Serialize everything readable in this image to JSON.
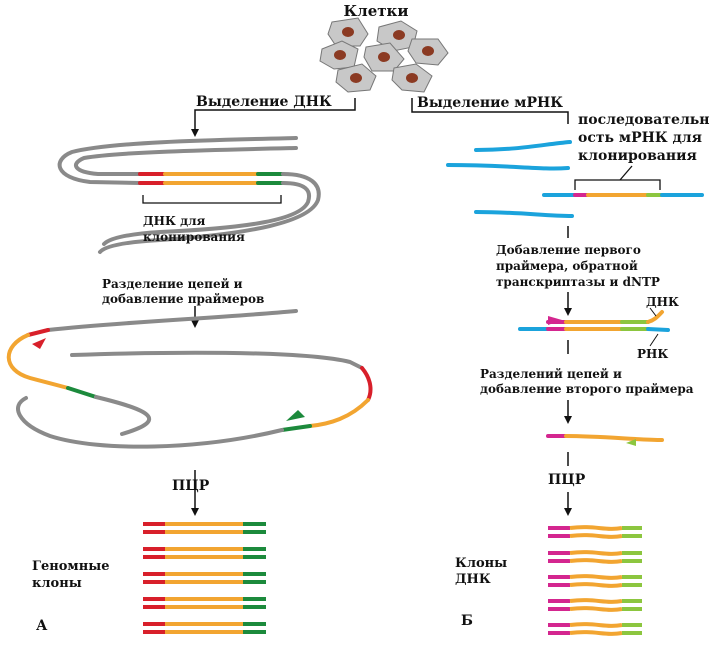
{
  "title": "Клетки",
  "left": {
    "step1": "Выделение ДНК",
    "dna_label_1": "ДНК для",
    "dna_label_2": "клонирования",
    "step2_1": "Разделение цепей и",
    "step2_2": "добавление праймеров",
    "pcr": "ПЦР",
    "clones_1": "Геномные",
    "clones_2": "клоны",
    "panel": "А"
  },
  "right": {
    "step1": "Выделение мРНК",
    "seq_1": "последовательн",
    "seq_2": "ость мРНК для",
    "seq_3": "клонирования",
    "step2_1": "Добавление первого",
    "step2_2": "праймера, обратной",
    "step2_3": "транскриптазы и dNTP",
    "dna": "ДНК",
    "rna": "РНК",
    "step3_1": "Разделений цепей и",
    "step3_2": "добавление второго праймера",
    "pcr": "ПЦР",
    "clones_1": "Клоны",
    "clones_2": "ДНК",
    "panel": "Б"
  },
  "colors": {
    "strand": "#8a8a8a",
    "red": "#d81f2a",
    "orange": "#f2a531",
    "green": "#1c8a3c",
    "light_green": "#8cc63f",
    "magenta": "#d4268f",
    "blue": "#1ba3dc",
    "cell": "#c6c6c6",
    "nucleus": "#8b3a22"
  }
}
